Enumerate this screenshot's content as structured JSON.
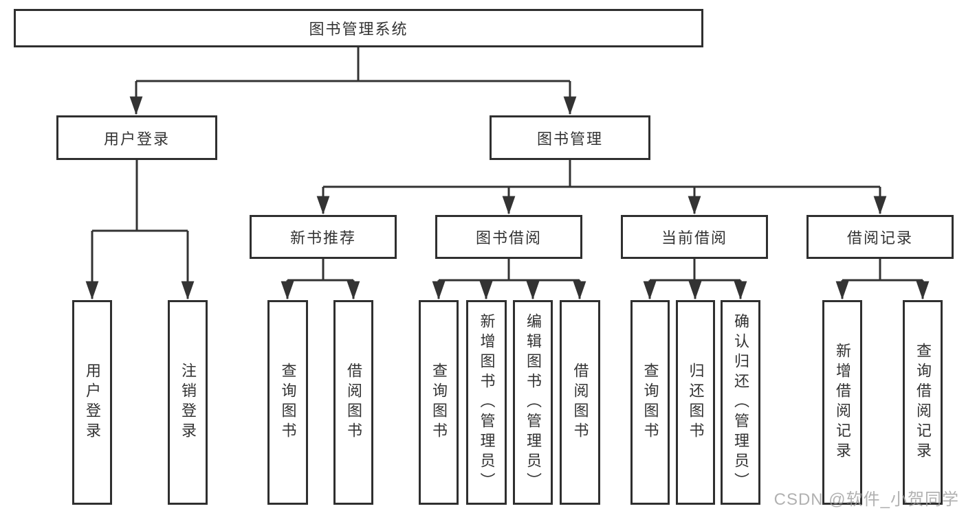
{
  "colors": {
    "line": "#333333",
    "box_border": "#2f2f2f",
    "text": "#333333",
    "watermark": "#9e9e9e"
  },
  "tree": {
    "root": {
      "label": "图书管理系统"
    },
    "branches": [
      {
        "label": "用户登录",
        "children": [
          {
            "label": "用户登录"
          },
          {
            "label": "注销登录"
          }
        ]
      },
      {
        "label": "图书管理",
        "children": [
          {
            "label": "新书推荐",
            "children": [
              {
                "label": "查询图书"
              },
              {
                "label": "借阅图书"
              }
            ]
          },
          {
            "label": "图书借阅",
            "children": [
              {
                "label": "查询图书"
              },
              {
                "label": "新增图书（管理员）"
              },
              {
                "label": "编辑图书（管理员）"
              },
              {
                "label": "借阅图书"
              }
            ]
          },
          {
            "label": "当前借阅",
            "children": [
              {
                "label": "查询图书"
              },
              {
                "label": "归还图书"
              },
              {
                "label": "确认归还（管理员）"
              }
            ]
          },
          {
            "label": "借阅记录",
            "children": [
              {
                "label": "新增借阅记录"
              },
              {
                "label": "查询借阅记录"
              }
            ]
          }
        ]
      }
    ]
  },
  "watermark": {
    "text": "CSDN @软件_小贺同学"
  }
}
